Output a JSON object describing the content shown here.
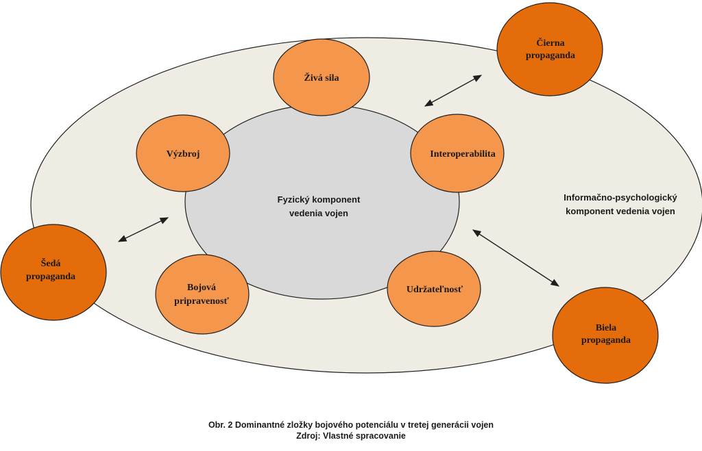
{
  "colors": {
    "outer_fill": "#efede3",
    "inner_fill": "#d9d9d9",
    "component_fill": "#f5964d",
    "propaganda_fill": "#e46c0a",
    "stroke": "#1f1f1f"
  },
  "diagram": {
    "inner_label_line1": "Fyzický komponent",
    "inner_label_line2": "vedenia vojen",
    "outer_label_line1": "Informačno-psychologický",
    "outer_label_line2": "komponent vedenia vojen",
    "components": [
      {
        "lines": [
          "Živá sila"
        ]
      },
      {
        "lines": [
          "Interoperabilita"
        ]
      },
      {
        "lines": [
          "Udržateľnosť"
        ]
      },
      {
        "lines": [
          "Bojová",
          "pripravenosť"
        ]
      },
      {
        "lines": [
          "Výzbroj"
        ]
      }
    ],
    "propaganda": [
      {
        "lines": [
          "Čierna",
          "propaganda"
        ]
      },
      {
        "lines": [
          "Šedá",
          "propaganda"
        ]
      },
      {
        "lines": [
          "Biela",
          "propaganda"
        ]
      }
    ]
  },
  "caption": {
    "line1": "Obr. 2 Dominantné zložky bojového potenciálu v tretej generácii vojen",
    "line2": "Zdroj: Vlastné spracovanie"
  }
}
